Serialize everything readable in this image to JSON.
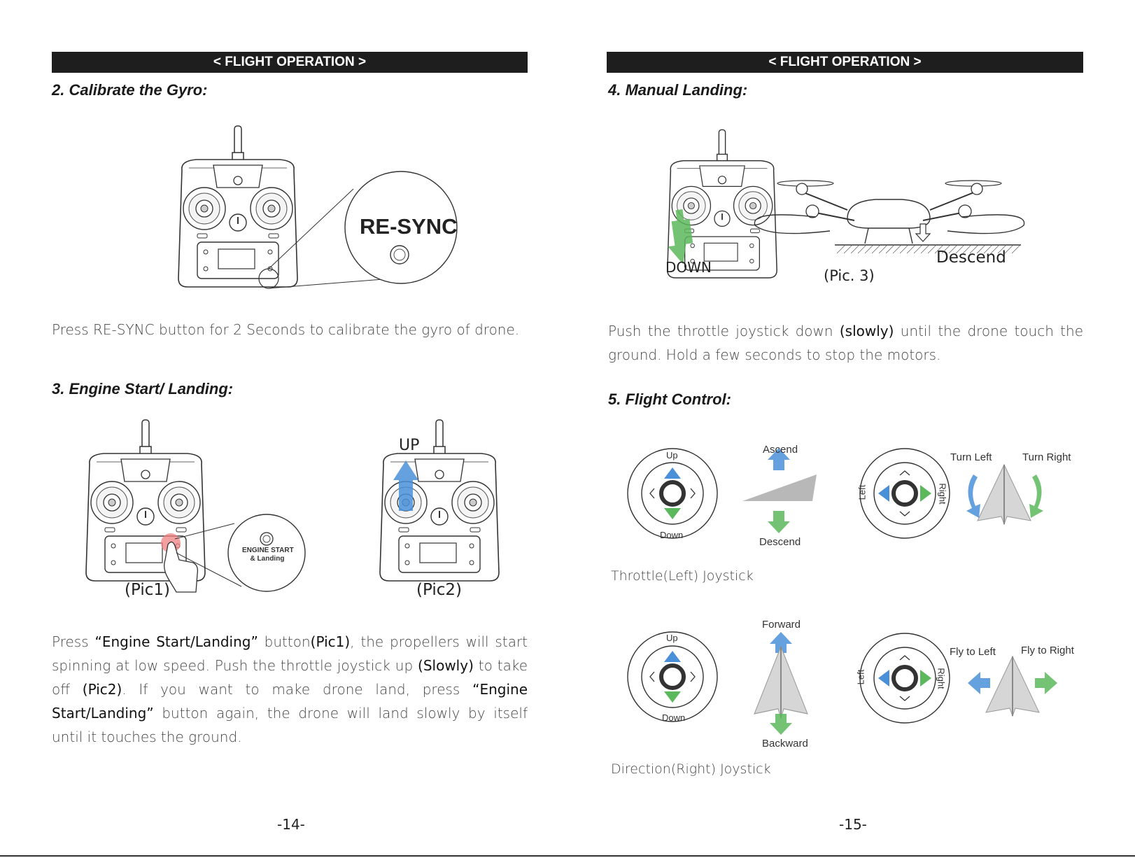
{
  "left_page": {
    "header": "< FLIGHT OPERATION >",
    "section2": {
      "title": "2. Calibrate the Gyro:",
      "resync_label": "RE-SYNC",
      "text": "Press RE-SYNC button for 2 Seconds to calibrate the gyro of drone."
    },
    "section3": {
      "title": "3. Engine Start/ Landing:",
      "engine_label_line1": "ENGINE START",
      "engine_label_line2": "& Landing",
      "up_label": "UP",
      "pic1": "(Pic1)",
      "pic2": "(Pic2)",
      "text_1": "Press ",
      "text_b1": "“Engine Start/Landing”",
      "text_2": " button",
      "text_b2": "(Pic1)",
      "text_3": ", the propellers will start spinning at low speed. Push the throttle joystick up ",
      "text_b3": "(Slowly)",
      "text_4": " to take off ",
      "text_b4": "(Pic2)",
      "text_5": ". If you want to make drone land, press ",
      "text_b5": "“Engine Start/Landing”",
      "text_6": " button again, the drone will land slowly by itself until it touches the ground."
    },
    "page_number": "-14-"
  },
  "right_page": {
    "header": "< FLIGHT OPERATION >",
    "section4": {
      "title": "4. Manual Landing:",
      "down_label": "DOWN",
      "descend_label": "Descend",
      "pic3": "(Pic. 3)",
      "text_1": "Push the throttle joystick down ",
      "text_b1": "(slowly)",
      "text_2": " until the drone touch the ground. Hold a few seconds to stop the motors."
    },
    "section5": {
      "title": "5. Flight Control:",
      "throttle": {
        "up": "Up",
        "down": "Down",
        "ascend": "Ascend",
        "descend": "Descend",
        "caption": "Throttle(Left) Joystick"
      },
      "yaw": {
        "left": "Left",
        "right": "Right",
        "turn_left": "Turn Left",
        "turn_right": "Turn Right"
      },
      "direction": {
        "up": "Up",
        "down": "Down",
        "forward": "Forward",
        "backward": "Backward",
        "caption": "Direction(Right) Joystick"
      },
      "roll": {
        "left": "Left",
        "right": "Right",
        "fly_left": "Fly to Left",
        "fly_right": "Fly to Right"
      }
    },
    "page_number": "-15-"
  },
  "colors": {
    "header_bg": "#1e1e1e",
    "arrow_blue": "#4a90d9",
    "arrow_green": "#5cb85c",
    "touch_red": "#f08080"
  }
}
